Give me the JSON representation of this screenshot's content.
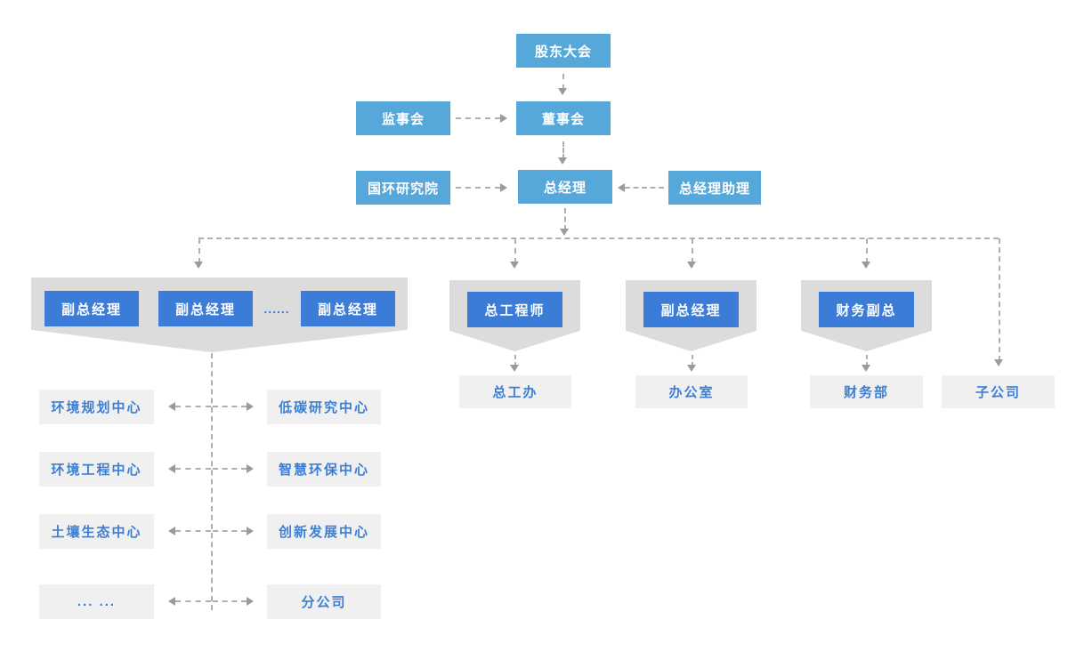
{
  "palette": {
    "light_blue": "#56A7DA",
    "deep_blue": "#3A7CD8",
    "container_gray": "#DCDCDC",
    "box_gray": "#F0F0F0",
    "gray_box_text_blue": "#3D7FD3",
    "connector_gray": "#AFAFAF",
    "arrowhead_gray": "#9B9B9B"
  },
  "top": {
    "shareholders": "股东大会",
    "supervisors": "监事会",
    "board": "董事会",
    "research_institute": "国环研究院",
    "general_manager": "总经理",
    "gm_assistant": "总经理助理"
  },
  "branches": {
    "deputy_group": {
      "items": [
        "副总经理",
        "副总经理",
        "副总经理"
      ],
      "ellipsis": "......"
    },
    "chief_engineer": {
      "head": "总工程师",
      "sub": "总工办"
    },
    "deputy_gm": {
      "head": "副总经理",
      "sub": "办公室"
    },
    "finance_vp": {
      "head": "财务副总",
      "sub": "财务部"
    },
    "subsidiary": "子公司"
  },
  "centers": {
    "left": [
      "环境规划中心",
      "环境工程中心",
      "土壤生态中心",
      "... ..."
    ],
    "right": [
      "低碳研究中心",
      "智慧环保中心",
      "创新发展中心",
      "分公司"
    ]
  }
}
